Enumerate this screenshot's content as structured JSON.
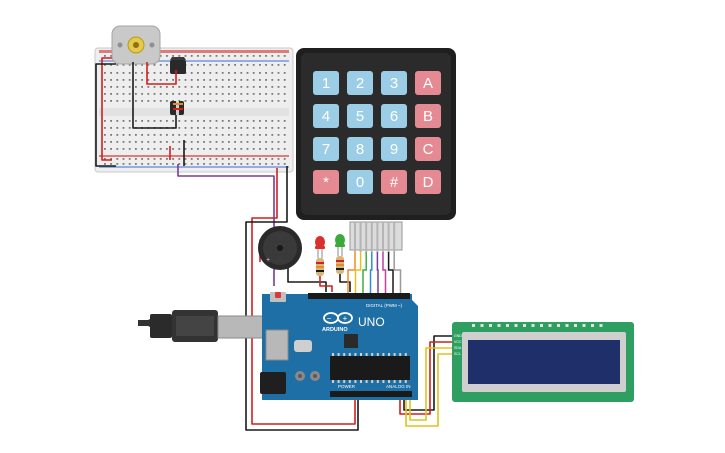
{
  "keypad": {
    "keys": [
      "1",
      "2",
      "3",
      "A",
      "4",
      "5",
      "6",
      "B",
      "7",
      "8",
      "9",
      "C",
      "*",
      "0",
      "#",
      "D"
    ],
    "colors": {
      "number": "#9ccde6",
      "letter": "#e58a93",
      "body": "#222222"
    }
  },
  "arduino": {
    "brand": "UNO",
    "logo_text": "ARDUINO",
    "digital_label": "DIGITAL (PWM ~)",
    "power_label": "POWER",
    "analog_label": "ANALOG IN",
    "board_color": "#1d6fa5"
  },
  "lcd": {
    "pins": [
      "GND",
      "VCC",
      "SDA",
      "SCL"
    ],
    "screen_color": "#1e2f6a",
    "board_color": "#2f9e61"
  },
  "wires": {
    "red": "#d21f1f",
    "black": "#1a1a1a",
    "purple": "#7a3a9a",
    "yellow": "#e3c21a",
    "keypad_bus": [
      "#f08a2a",
      "#e3c21a",
      "#3fae49",
      "#2c8fd3",
      "#7a3a9a",
      "#c23fa6",
      "#1a1a1a",
      "#9a9a9a"
    ]
  },
  "leds": {
    "red": "#d9302b",
    "green": "#3caa3a"
  }
}
